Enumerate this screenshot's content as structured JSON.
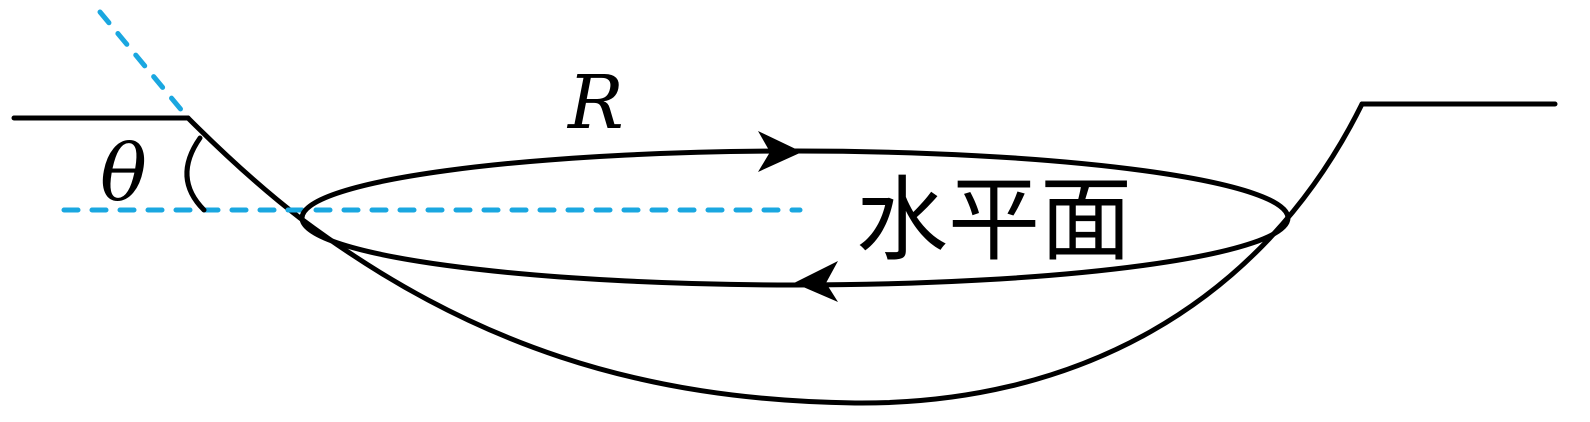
{
  "labels": {
    "radius": "R",
    "angle": "θ",
    "surface": "水平面"
  },
  "colors": {
    "line": "#000000",
    "dash": "#1aa7e0",
    "background": "#ffffff"
  }
}
